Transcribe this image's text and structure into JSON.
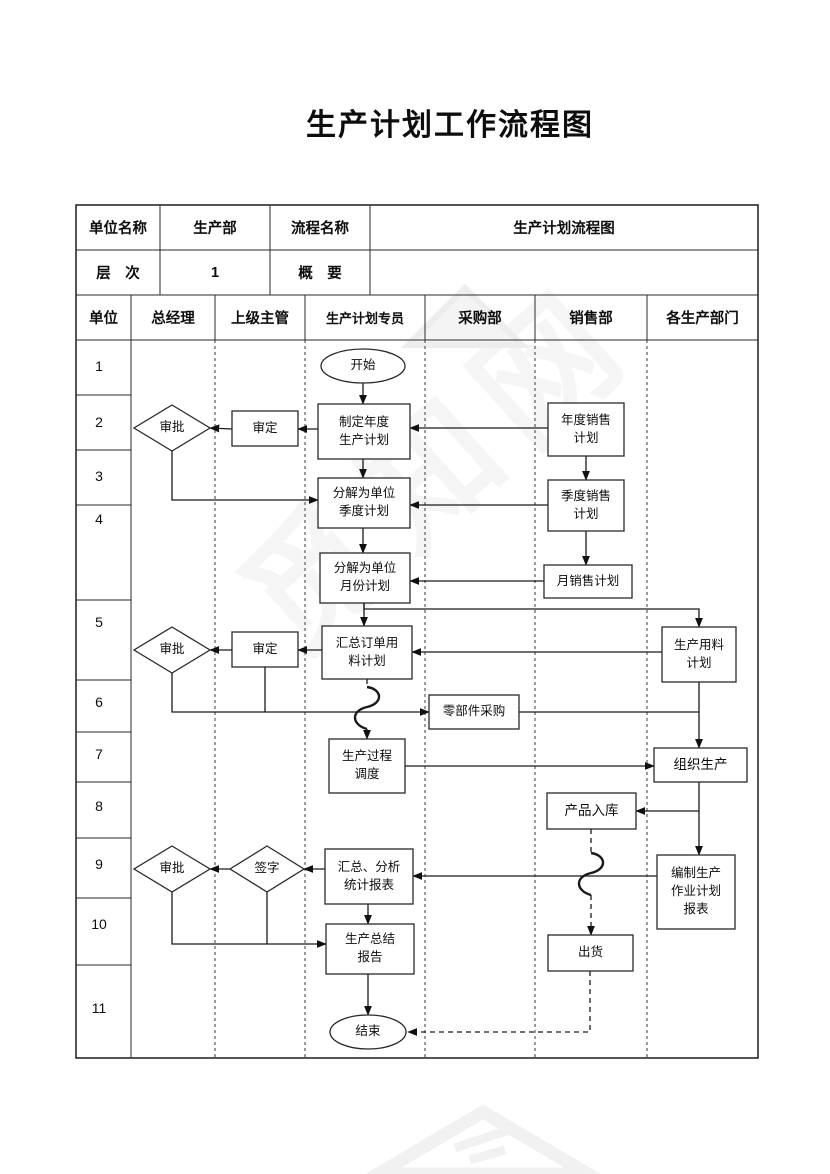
{
  "page": {
    "title": "生产计划工作流程图",
    "watermark_text": "觅知网"
  },
  "info": {
    "unit_label": "单位名称",
    "unit_value": "生产部",
    "process_label": "流程名称",
    "process_value": "生产计划流程图",
    "level_label": "层　次",
    "level_value": "1",
    "summary_label": "概　要",
    "summary_value": ""
  },
  "columns": {
    "unit": "单位",
    "gm": "总经理",
    "supervisor": "上级主管",
    "planner": "生产计划专员",
    "purchasing": "采购部",
    "sales": "销售部",
    "departments": "各生产部门"
  },
  "rows": [
    "1",
    "2",
    "3",
    "4",
    "5",
    "6",
    "7",
    "8",
    "9",
    "10",
    "11"
  ],
  "nodes": {
    "start": "开始",
    "annual_plan": "制定年度\n生产计划",
    "review1": "审定",
    "approve1": "审批",
    "annual_sales": "年度销售\n计划",
    "quarterly_decompose": "分解为单位\n季度计划",
    "quarterly_sales": "季度销售\n计划",
    "monthly_decompose": "分解为单位\n月份计划",
    "monthly_sales": "月销售计划",
    "material_summary": "汇总订单用\n料计划",
    "review2": "审定",
    "approve2": "审批",
    "production_material": "生产用料\n计划",
    "parts_procurement": "零部件采购",
    "process_scheduling": "生产过程\n调度",
    "organize_production": "组织生产",
    "product_warehousing": "产品入库",
    "report_summary": "汇总、分析\n统计报表",
    "sign": "签字",
    "approve3": "审批",
    "work_plan_report": "编制生产\n作业计划\n报表",
    "summary_report": "生产总结\n报告",
    "shipment": "出货",
    "end": "结束"
  }
}
